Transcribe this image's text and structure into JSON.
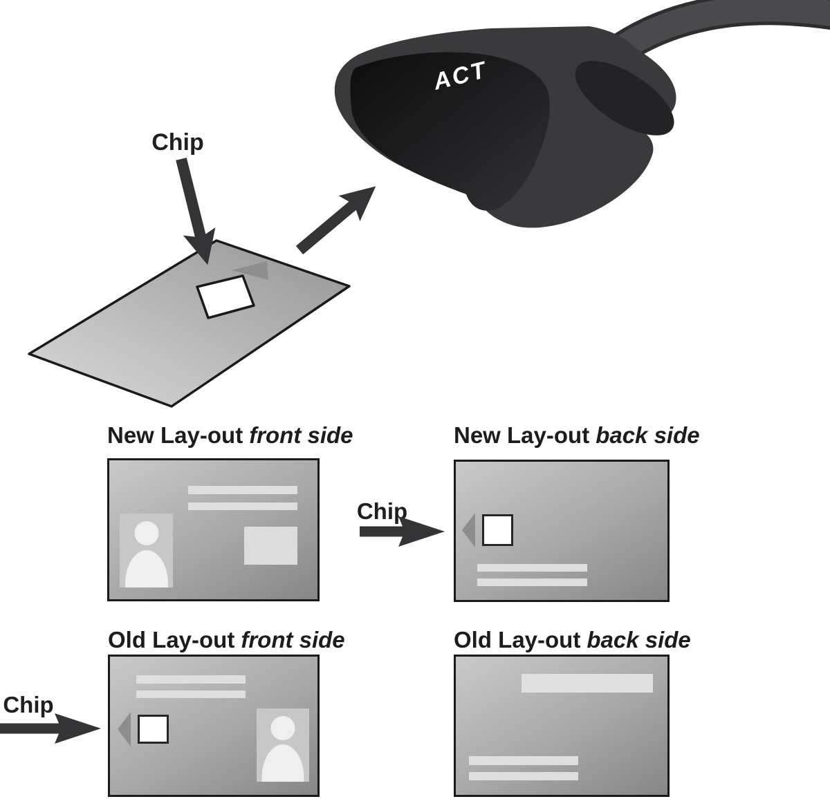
{
  "brand": {
    "logo_text": "ACT"
  },
  "top_diagram": {
    "chip_label": "Chip"
  },
  "cards": {
    "new_front": {
      "title_bold": "New Lay-out",
      "title_italic": "front side"
    },
    "new_back": {
      "title_bold": "New Lay-out",
      "title_italic": "back side",
      "chip_label": "Chip"
    },
    "old_front": {
      "title_bold": "Old Lay-out",
      "title_italic": "front side",
      "chip_label": "Chip"
    },
    "old_back": {
      "title_bold": "Old Lay-out",
      "title_italic": "back side"
    }
  },
  "colors": {
    "background": "#ffffff",
    "reader_body": "#3a3a3c",
    "reader_slot_dark": "#0e0e0f",
    "reader_cutout": "#232325",
    "cable": "#4a4a4d",
    "cable_edge": "#2e2e31",
    "arrow": "#343437",
    "card_border": "#1a1a1a",
    "card_light": "#d9d9d9",
    "card_dark": "#969696",
    "print_triangle": "#8e8e8e",
    "logo_text_color": "#ffffff",
    "text": "#1f1f1f"
  }
}
